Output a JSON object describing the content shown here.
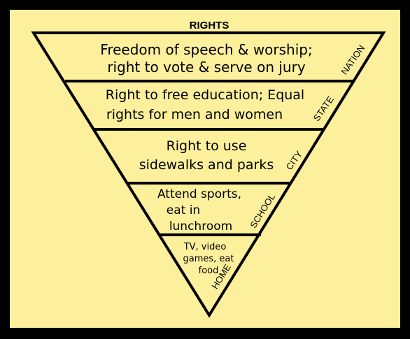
{
  "diagram": {
    "title": "RIGHTS",
    "colors": {
      "background": "#fdf09d",
      "border": "#000000",
      "outline": "#000000"
    },
    "tiers": [
      {
        "level": "NATION",
        "lines": [
          "Freedom of speech & worship;",
          "right to vote & serve on jury"
        ]
      },
      {
        "level": "STATE",
        "lines": [
          "Right to free education; Equal",
          "rights for men and women"
        ]
      },
      {
        "level": "CITY",
        "lines": [
          "Right to use",
          "sidewalks and parks"
        ]
      },
      {
        "level": "SCHOOL",
        "lines": [
          "Attend sports,",
          "eat in",
          "lunchroom"
        ]
      },
      {
        "level": "HOME",
        "lines": [
          "TV, video",
          "games, eat",
          "food"
        ]
      }
    ]
  }
}
